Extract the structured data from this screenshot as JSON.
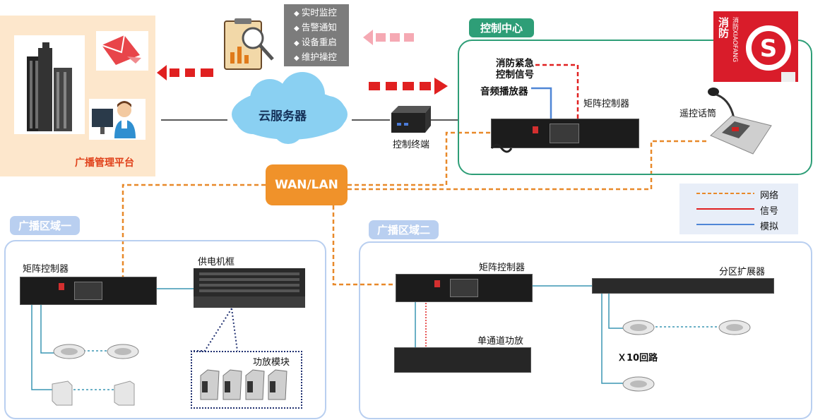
{
  "platform": {
    "label": "广播管理平台"
  },
  "cloud": {
    "label": "云服务器"
  },
  "features": [
    "实时监控",
    "告警通知",
    "设备重启",
    "维护操控"
  ],
  "terminal": {
    "label": "控制终端"
  },
  "control_center": {
    "title": "控制中心",
    "fire_signal": [
      "消防紧急",
      "控制信号"
    ],
    "audio_player": "音频播放器",
    "matrix": "矩阵控制器",
    "remote_mic": "遥控话筒",
    "fire_logo": {
      "text_vertical": "消防XIAOFANG",
      "text_left": "消防"
    }
  },
  "wan": {
    "label": "WAN/LAN"
  },
  "legend": [
    {
      "label": "网络",
      "color": "#e8892a",
      "style": "dashed"
    },
    {
      "label": "信号",
      "color": "#e02020",
      "style": "solid"
    },
    {
      "label": "模拟",
      "color": "#4f86d6",
      "style": "solid"
    }
  ],
  "zone1": {
    "title": "广播区域一",
    "matrix": "矩阵控制器",
    "power_frame": "供电机框",
    "amp_module": "功放模块"
  },
  "zone2": {
    "title": "广播区域二",
    "matrix": "矩阵控制器",
    "single_amp": "单通道功放",
    "expander": "分区扩展器",
    "x10": "Ｘ10回路"
  }
}
